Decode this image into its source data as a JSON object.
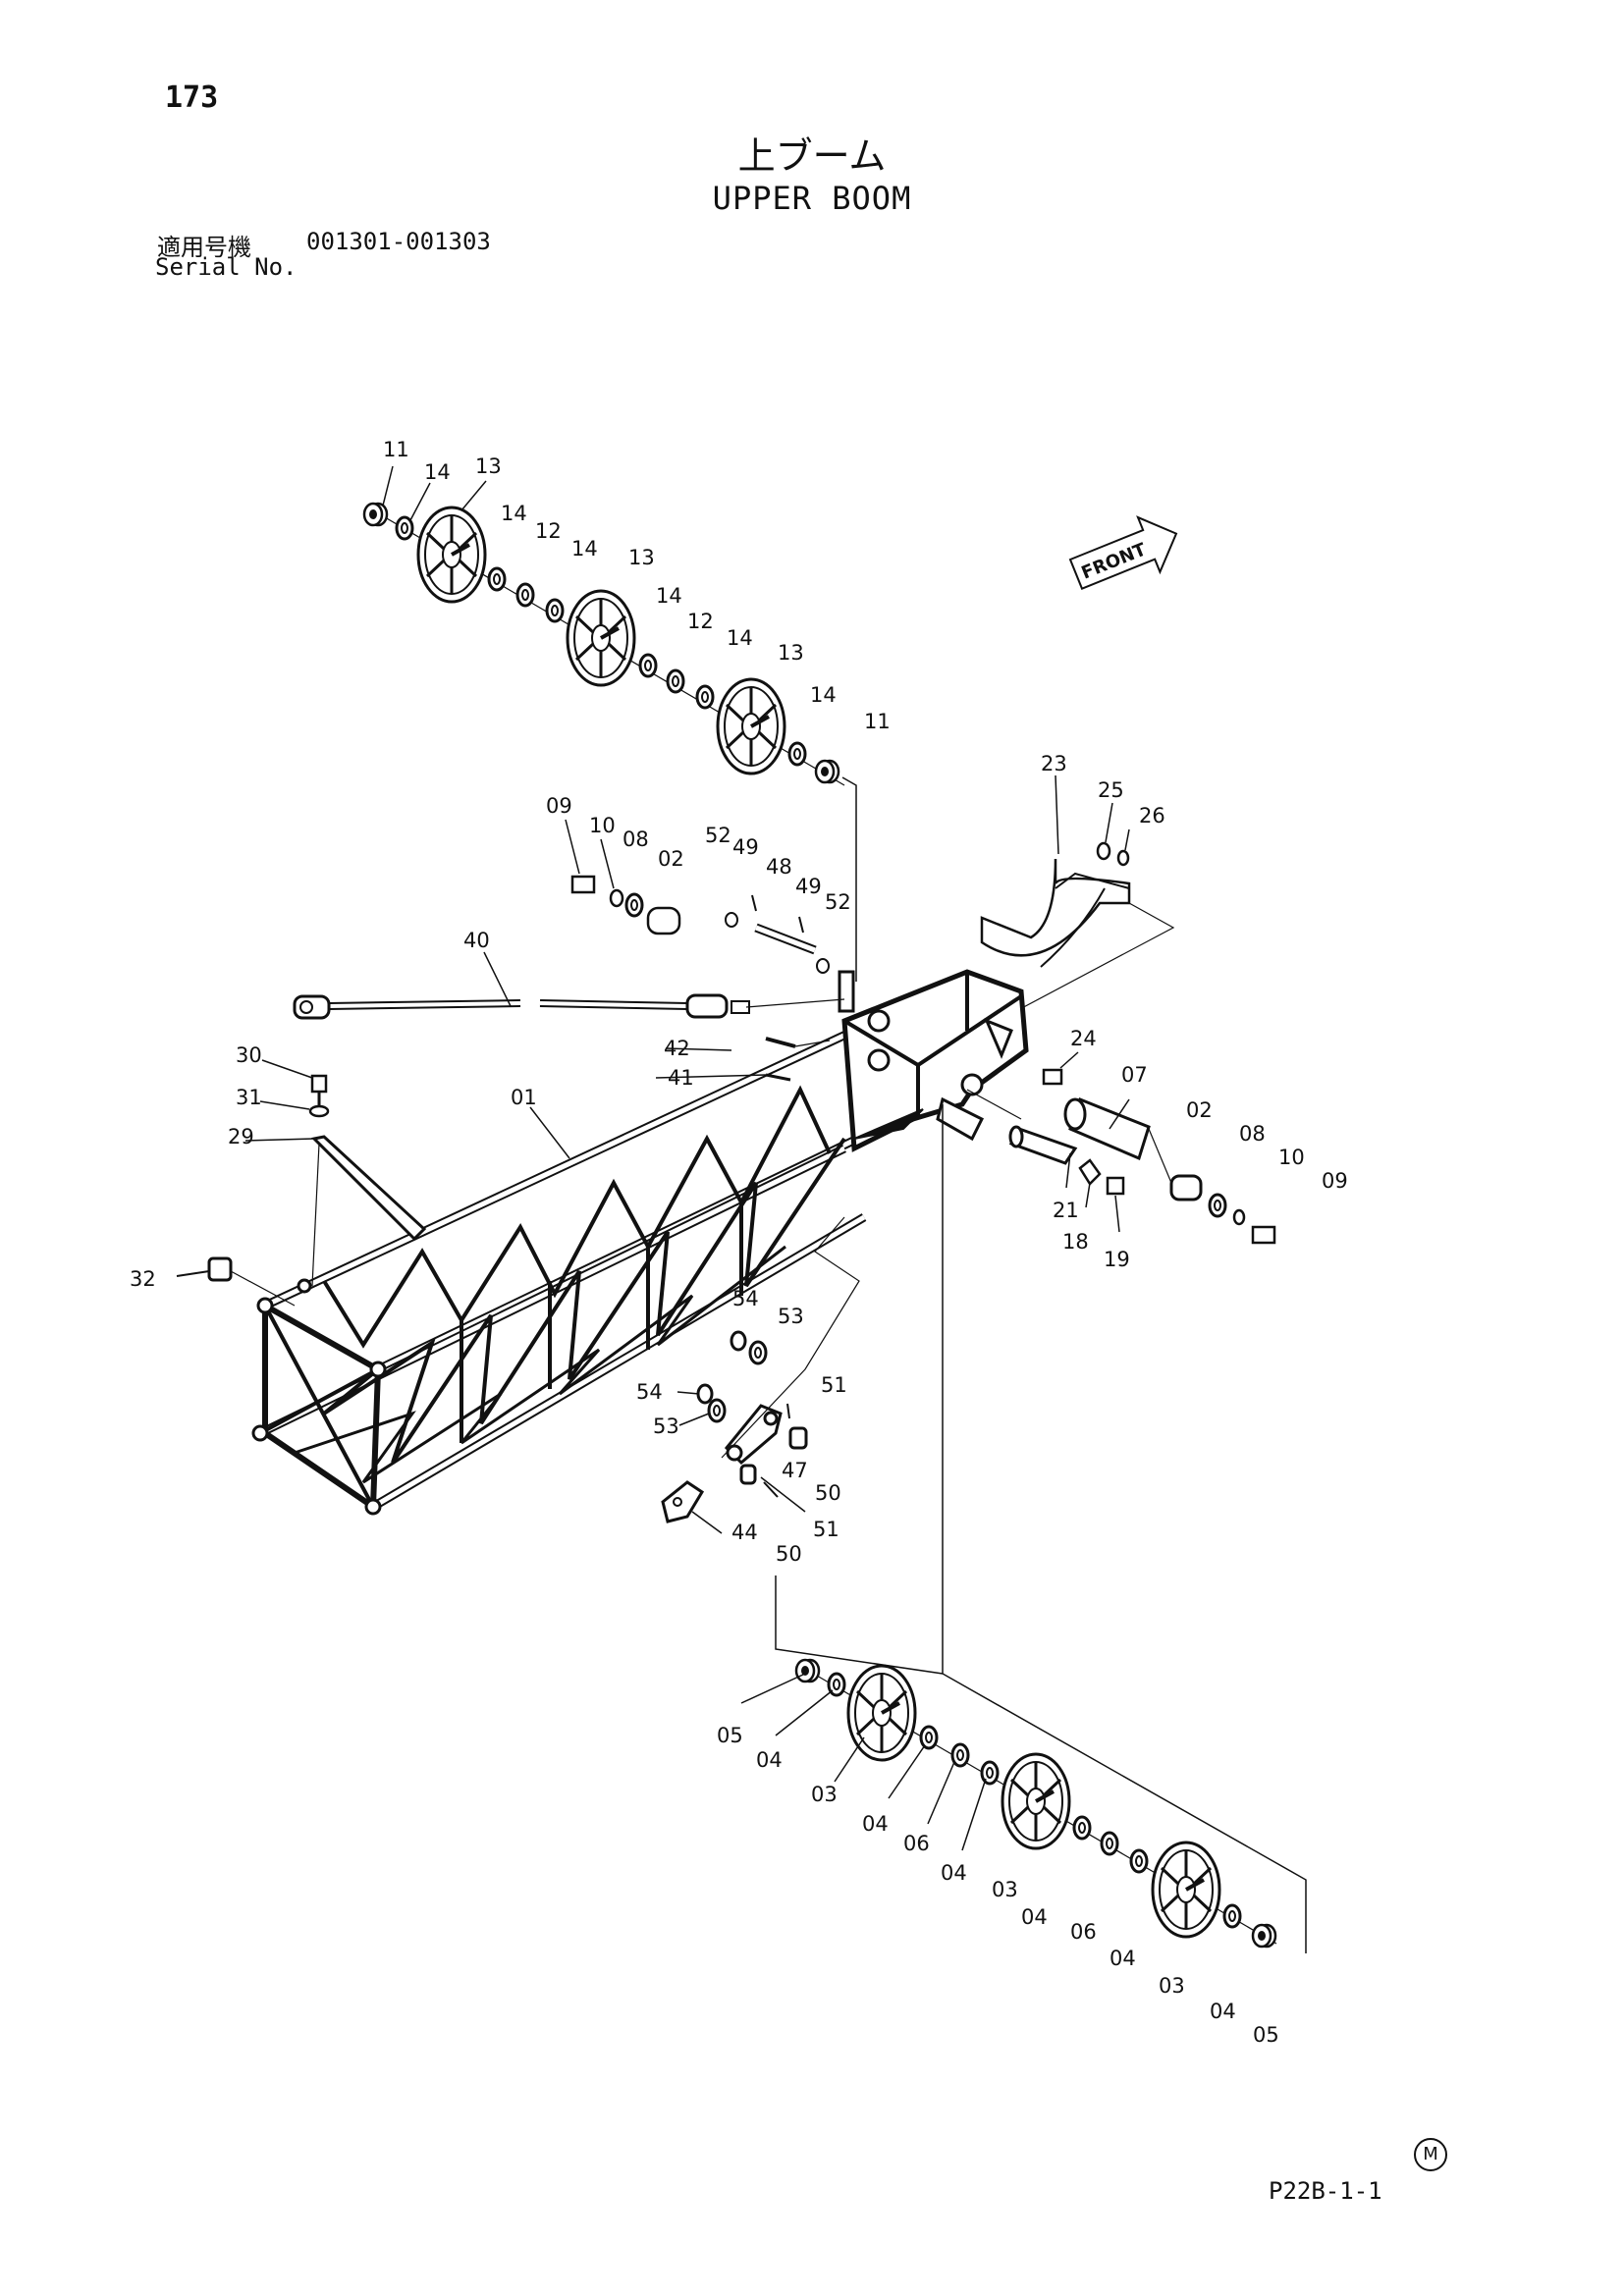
{
  "header": {
    "page_number": "173",
    "title_jp": "上ブーム",
    "title_en": "UPPER BOOM",
    "serial_label_jp": "適用号機",
    "serial_range": "001301-001303",
    "serial_label_en": "Serial No."
  },
  "diagram": {
    "front_label": "FRONT",
    "callouts": {
      "c11a": "11",
      "c14a": "14",
      "c13a": "13",
      "c14b": "14",
      "c12a": "12",
      "c14c": "14",
      "c13b": "13",
      "c14d": "14",
      "c12b": "12",
      "c14e": "14",
      "c13c": "13",
      "c14f": "14",
      "c11b": "11",
      "c23": "23",
      "c25": "25",
      "c26": "26",
      "c09a": "09",
      "c10a": "10",
      "c08a": "08",
      "c02a": "02",
      "c52a": "52",
      "c49a": "49",
      "c48": "48",
      "c49b": "49",
      "c52b": "52",
      "c40": "40",
      "c42": "42",
      "c41": "41",
      "c30": "30",
      "c31": "31",
      "c29": "29",
      "c01": "01",
      "c24": "24",
      "c07": "07",
      "c02b": "02",
      "c08b": "08",
      "c10b": "10",
      "c09b": "09",
      "c21": "21",
      "c18": "18",
      "c19": "19",
      "c32": "32",
      "c54a": "54",
      "c53a": "53",
      "c54b": "54",
      "c53b": "53",
      "c51a": "51",
      "c47": "47",
      "c50a": "50",
      "c51b": "51",
      "c44": "44",
      "c50b": "50",
      "c05a": "05",
      "c04a": "04",
      "c03a": "03",
      "c04b": "04",
      "c06a": "06",
      "c04c": "04",
      "c03b": "03",
      "c04d": "04",
      "c06b": "06",
      "c04e": "04",
      "c03c": "03",
      "c04f": "04",
      "c05b": "05"
    }
  },
  "footer": {
    "mark": "M",
    "drawing_code": "P22B-1-1"
  }
}
